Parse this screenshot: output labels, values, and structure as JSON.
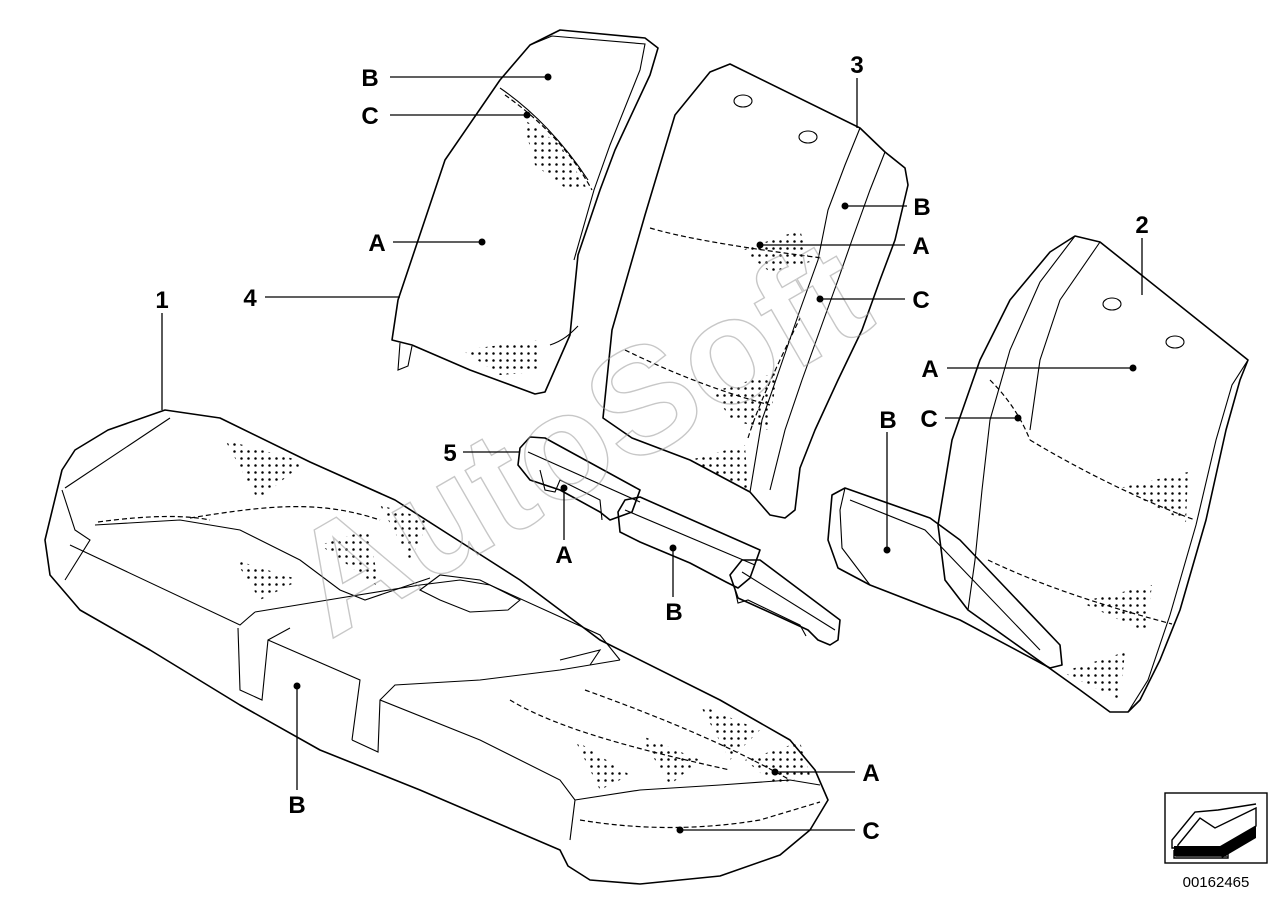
{
  "diagram": {
    "watermark": "AutoSoft",
    "document_number": "00162465",
    "parts": {
      "p1": "1",
      "p2": "2",
      "p3": "3",
      "p4": "4",
      "p5": "5"
    },
    "callouts": {
      "part4_B": "B",
      "part4_C": "C",
      "part4_A": "A",
      "part3_B": "B",
      "part3_A": "A",
      "part3_C": "C",
      "part2_A": "A",
      "part2_C": "C",
      "part2_B": "B",
      "part5_A": "A",
      "part5_B": "B",
      "part1_B": "B",
      "part1_A": "A",
      "part1_C": "C"
    }
  }
}
